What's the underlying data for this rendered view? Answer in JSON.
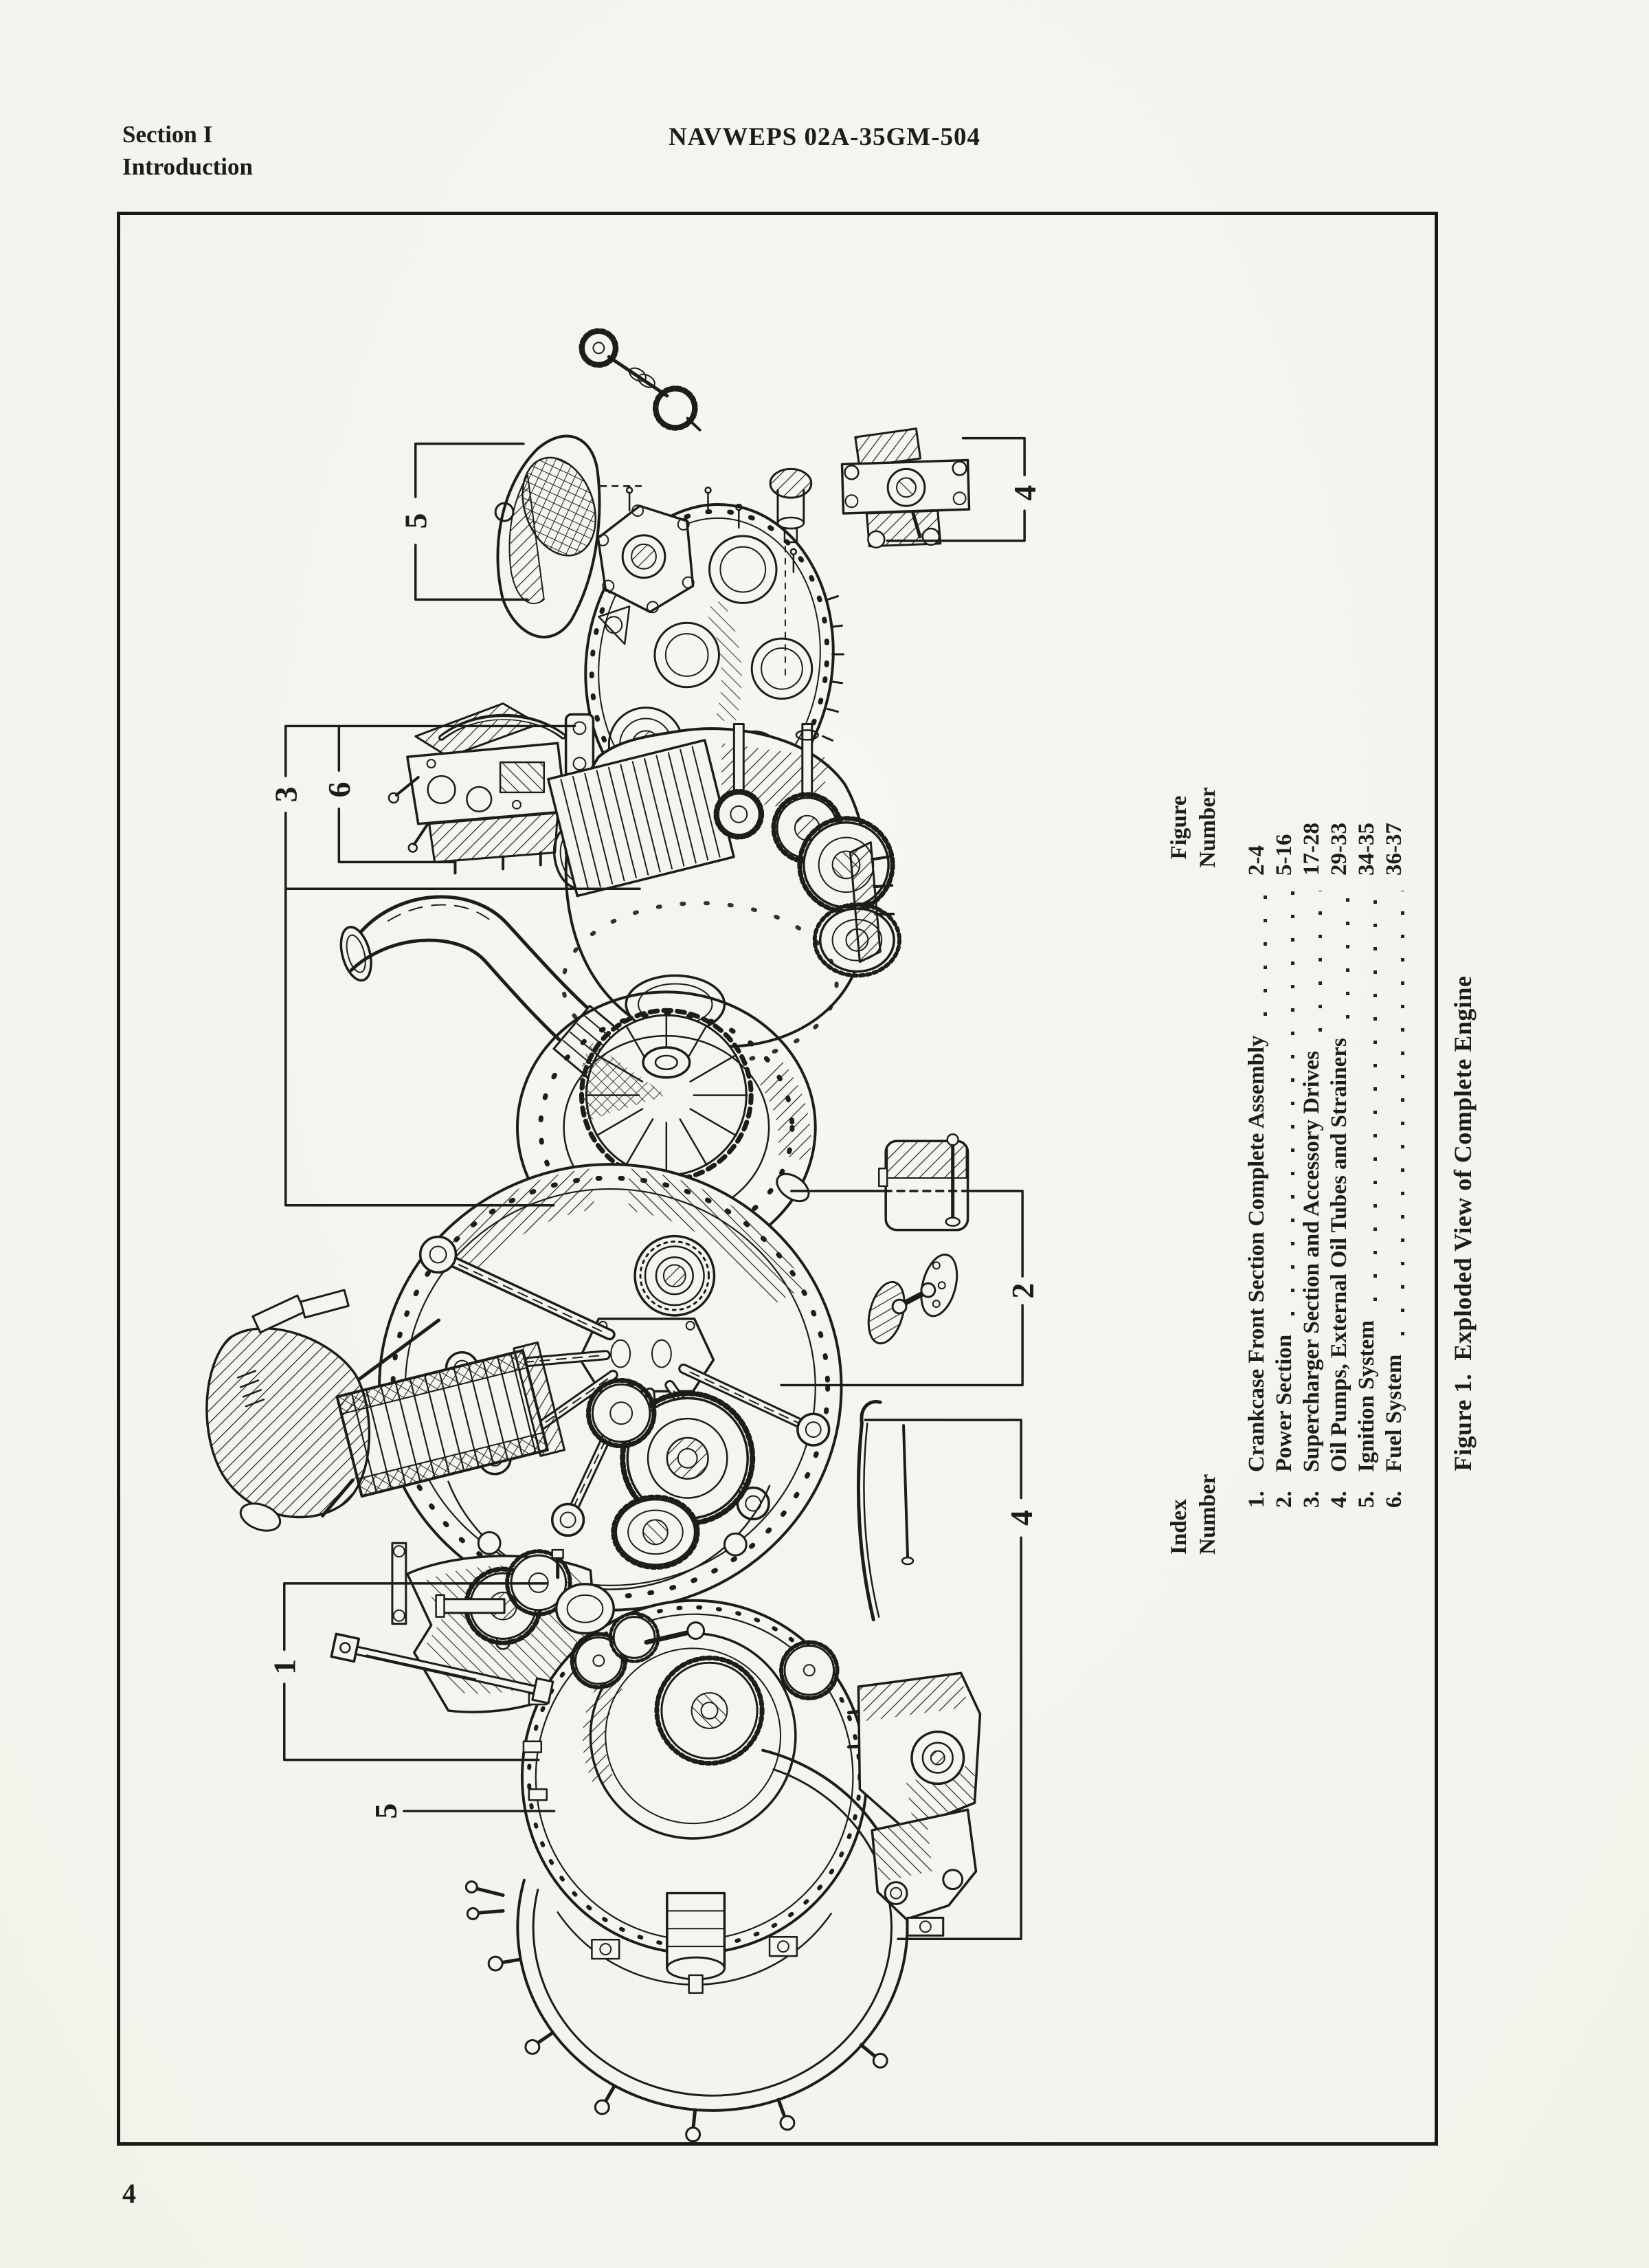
{
  "page": {
    "section_title": "Section I",
    "section_subtitle": "Introduction",
    "doc_number": "NAVWEPS 02A-35GM-504",
    "page_number": "4"
  },
  "figure": {
    "caption": "Figure 1.  Exploded View of Complete Engine",
    "index_header": [
      "Index",
      "Number"
    ],
    "figure_header": [
      "Figure",
      "Number"
    ],
    "items": [
      {
        "num": "1.",
        "label": "Crankcase Front Section Complete Assembly",
        "fig": "2-4"
      },
      {
        "num": "2.",
        "label": "Power Section",
        "fig": "5-16"
      },
      {
        "num": "3.",
        "label": "Supercharger Section and Accessory Drives",
        "fig": "17-28"
      },
      {
        "num": "4.",
        "label": "Oil Pumps, External Oil Tubes and Strainers",
        "fig": "29-33"
      },
      {
        "num": "5.",
        "label": "Ignition System",
        "fig": "34-35"
      },
      {
        "num": "6.",
        "label": "Fuel System",
        "fig": "36-37"
      }
    ],
    "callouts": {
      "cover_top": "5",
      "oil_pump_top": "4",
      "supercharger_section": "3",
      "fuel_system": "6",
      "power_section_parts": "2",
      "front_section": "1",
      "oil_pump_bottom": "4",
      "ignition_harness": "5"
    }
  }
}
